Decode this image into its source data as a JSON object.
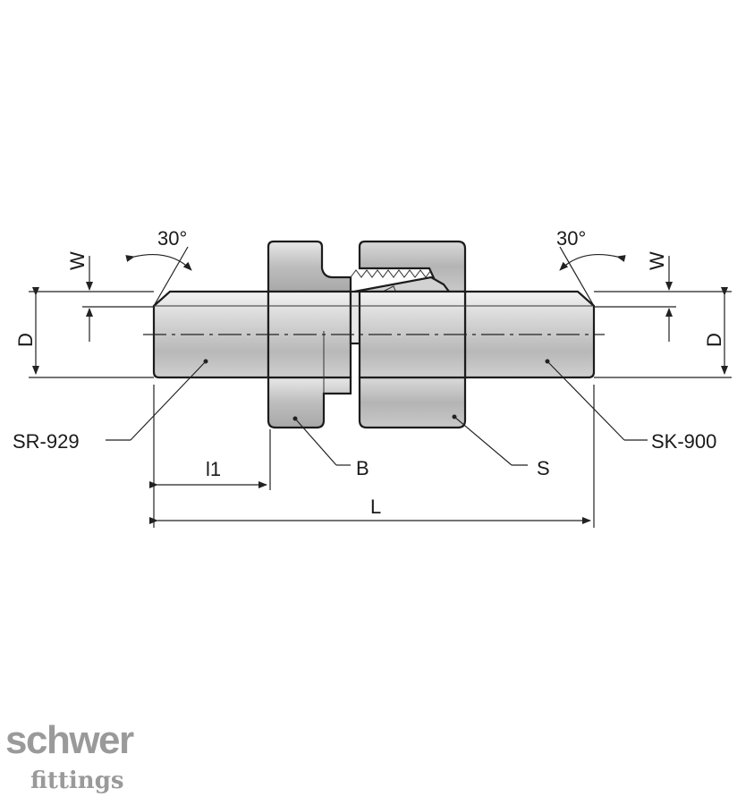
{
  "labels": {
    "angle_left": "30°",
    "angle_right": "30°",
    "w_left": "W",
    "w_right": "W",
    "d_left": "D",
    "d_right": "D",
    "part_left": "SR-929",
    "part_right": "SK-900",
    "b": "B",
    "s": "S",
    "l1": "l1",
    "l": "L"
  },
  "logo": {
    "main": "schwer",
    "sub": "fittings"
  },
  "colors": {
    "metal_light": "#e6e6e6",
    "metal_mid": "#c4c4c4",
    "metal_dark": "#9a9a9a",
    "outline": "#1c1c1c",
    "logo": "#9a9a9a"
  }
}
